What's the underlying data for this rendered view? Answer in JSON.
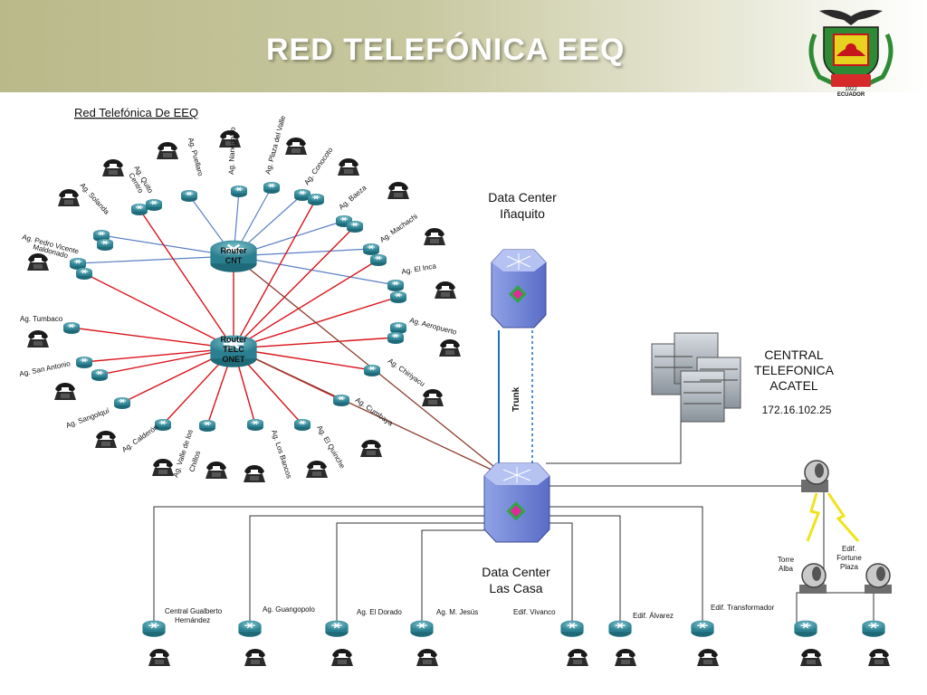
{
  "header": {
    "title": "RED TELEFÓNICA EEQ"
  },
  "logo": {
    "year": "1922",
    "country": "ECUADOR"
  },
  "diagram": {
    "section_title": "Red Telefónica De EEQ",
    "router_cnt": "Router CNT",
    "router_telconet": "Router TELC ONET",
    "agencies": {
      "pedro_vicente": "Ag. Pedro Vicente Maldonado",
      "solanda": "Ag. Solanda",
      "quito_centro": "Ag. Quito Centro",
      "puellaro": "Ag. Puellaro",
      "nanegalito": "Ag. Nanegalito",
      "plaza_del_valle": "Ag. Plaza del Valle",
      "conocoto": "Ag. Conocoto",
      "baeza": "Ag. Baeza",
      "machachi": "Ag. Machachi",
      "el_inca": "Ag. El Inca",
      "aeropuerto": "Ag. Aeropuerto",
      "chiriyacu": "Ag. Chiriyacu",
      "cumbaya": "Ag. Cumbaya",
      "el_quinche": "Ag. El Quinche",
      "los_bancos": "Ag. Los Bancos",
      "valle_chillos": "Ag. Valle de los Chillos",
      "calderon": "Ag. Calderón",
      "sangolqui": "Ag. Sangolquí",
      "san_antonio": "Ag. San Antonio",
      "tumbaco": "Ag. Tumbaco"
    },
    "dc_inaquito": "Data Center Iñaquito",
    "dc_lascasa": "Data Center Las Casa",
    "trunk": "Trunk",
    "central": {
      "name": "CENTRAL TELEFONICA ACATEL",
      "ip": "172.16.102.25"
    },
    "bottom_sites": {
      "central_gualberto": "Central Gualberto Hernández",
      "guangopolo": "Ag. Guangopolo",
      "el_dorado": "Ag. El Dorado",
      "m_jesus": "Ag. M. Jesús",
      "vivanco": "Edif. Vivanco",
      "alvarez": "Edif. Álvarez",
      "transformador": "Edif. Transformador"
    },
    "antennas": {
      "torre_alba": "Torre Alba",
      "fortune_plaza": "Edif. Fortune Plaza"
    }
  },
  "colors": {
    "telconet_link": "#d9141b",
    "cnt_link": "#5b7fc4",
    "trunk_link": "#1f6fc1",
    "lascasa_link": "#8b3a2b",
    "header_bg": "#b9b98a"
  }
}
